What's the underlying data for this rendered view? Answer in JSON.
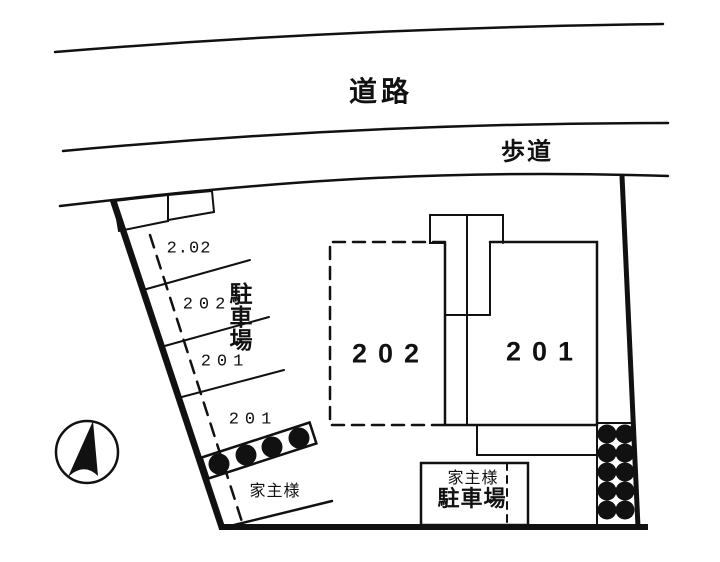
{
  "meta": {
    "type": "site-plan-sketch",
    "ink_color": "#111111",
    "background_color": "#ffffff"
  },
  "road": {
    "label": "道路"
  },
  "sidewalk": {
    "label": "歩道"
  },
  "parking_area": {
    "title": "駐車場",
    "stalls": [
      {
        "label": "2.02"
      },
      {
        "label": "202"
      },
      {
        "label": "201"
      },
      {
        "label": "201"
      }
    ]
  },
  "buildings": {
    "left": {
      "label": "202"
    },
    "right": {
      "label": "201"
    }
  },
  "owner_area": {
    "label": "家主様"
  },
  "owner_parking_box": {
    "line1": "家主様",
    "line2": "駐車場"
  },
  "compass": {
    "icon": "north-arrow"
  }
}
